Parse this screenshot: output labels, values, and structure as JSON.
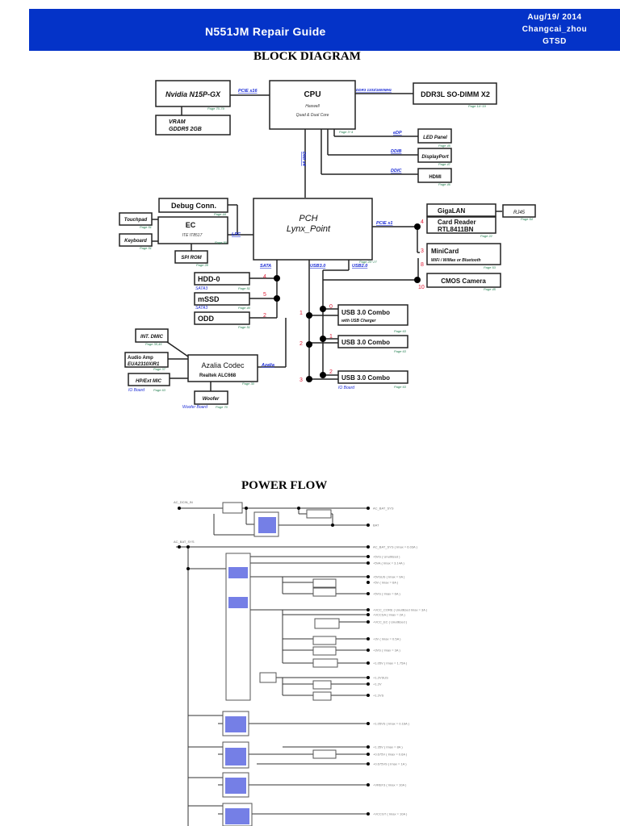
{
  "header": {
    "title": "N551JM Repair Guide",
    "date": "Aug/19/ 2014",
    "author": "Changcai_zhou",
    "dept": "GTSD",
    "color": "#0433c8"
  },
  "block_diagram": {
    "title": "BLOCK DIAGRAM",
    "blocks": {
      "gpu": {
        "label": "Nvidia N15P-GX",
        "page": "Page 70-79"
      },
      "vram": {
        "line1": "VRAM",
        "line2": "GDDR5 2GB"
      },
      "cpu": {
        "label": "CPU",
        "sub1": "Haswell",
        "sub2": "Quad & Dual Core",
        "page": "Page 3~4"
      },
      "dimm": {
        "label": "DDR3L SO-DIMM X2",
        "page": "Page 14~19"
      },
      "led": {
        "label": "LED Panel",
        "page": "Page 45"
      },
      "dp": {
        "label": "DisplayPort",
        "page": "Page 47"
      },
      "hdmi": {
        "label": "HDMI",
        "page": "Page 46"
      },
      "debug": {
        "label": "Debug Conn.",
        "page": "Page 44"
      },
      "touchpad": {
        "label": "Touchpad",
        "page": "Page 51"
      },
      "ec": {
        "label": "EC",
        "sub": "ITE IT8517",
        "page": "Page 50"
      },
      "keyboard": {
        "label": "Keyboard",
        "page": "Page 51"
      },
      "spirom": {
        "label": "SPI ROM",
        "page": "Page 28"
      },
      "pch": {
        "label": "PCH",
        "sub": "Lynx_Point",
        "page": "Page 20~27"
      },
      "gigalan": {
        "label": "GigaLAN"
      },
      "rj45": {
        "label": "RJ45",
        "page": "Page 54"
      },
      "cardreader": {
        "line1": "Card Reader",
        "line2": "RTL8411BN",
        "page": "Page 22"
      },
      "minicard": {
        "label": "MiniCard",
        "sub": "WiFi / WiMax or Bluetooth",
        "page": "Page 53"
      },
      "camera": {
        "label": "CMOS Camera",
        "page": "Page 45"
      },
      "hdd": {
        "label": "HDD-0",
        "tag": "SATA3",
        "page": "Page 51"
      },
      "mssd": {
        "label": "mSSD",
        "tag": "SATA3",
        "page": "Page 40"
      },
      "odd": {
        "label": "ODD",
        "page": "Page 51"
      },
      "usb1": {
        "label": "USB 3.0 Combo",
        "sub": "with USB Charger",
        "page": "Page 63"
      },
      "usb2": {
        "label": "USB 3.0 Combo",
        "page": "Page 63"
      },
      "usb3": {
        "label": "USB 3.0 Combo",
        "tag": "IO Board",
        "page": "Page 63"
      },
      "dmic": {
        "label": "INT. DMIC",
        "page": "Page 35,45"
      },
      "amp": {
        "line1": "Audio Amp",
        "line2": "EUA2310XIR1",
        "page": "Page 37"
      },
      "hpmic": {
        "label": "HP/Ext MIC",
        "tag": "IO Board",
        "page": "Page 63"
      },
      "codec": {
        "label": "Azalia Codec",
        "sub": "Realtek ALC668",
        "page": "Page 30"
      },
      "woofer": {
        "label": "Woofer",
        "tag": "Woofer Board",
        "page": "Page 70"
      }
    },
    "buses": {
      "pcie16": "PCIE x16",
      "ddr3": "DDR3 1333/1600MHz",
      "edp": "eDP",
      "ddib": "DDIB",
      "ddic": "DDIC",
      "dmi": "DMI x4",
      "lpc": "LPC",
      "pcie1": "PCIE x1",
      "sata": "SATA",
      "usb3": "USB3.0",
      "usb2": "USB2.0",
      "azalia": "Azalia"
    },
    "ports": {
      "hdd": "4",
      "mssd": "5",
      "odd": "2",
      "cardreader": "4",
      "minicard": "3",
      "minicard2": "8",
      "camera": "10",
      "usb3_1": "1",
      "usb3_2": "2",
      "usb3_3": "3",
      "usb2_1": "0",
      "usb2_2": "1",
      "usb2_3": "2"
    }
  },
  "power_flow": {
    "title": "POWER FLOW",
    "inputs": {
      "ac": "AC_DCIN_IN",
      "bat": "AC_BAT_SYS"
    },
    "outputs": [
      "AC_BAT_SYS",
      "BAT",
      "AC_BAT_SYS ( Imax = 6.03A )",
      "+5VS ( Unutilized )",
      "+5VA ( Imax = 3.14A )",
      "+5VSUS ( Imax = 9A )",
      "+5V ( Imax = 6A )",
      "+5VS ( Imax = 6A )",
      "+VCC_CORE ( Unutilized Imax = 3A )",
      "+VCCSA ( Imax = 2A )",
      "+VCC_EC ( Unutilized )",
      "+3V ( Imax = 0.5A )",
      "+3VS ( Imax = 3A )",
      "+1.05V ( Imax = 1.75A )",
      "+1.2VSUS",
      "+1.2V",
      "+1.2VS",
      "+1.05VS ( Imax = 0.16A )",
      "+1.35V ( Imax = 8A )",
      "+0.675V ( Imax = 0.6A )",
      "+0.675VS ( Imax = 1A )",
      "+VREF3 ( Imax = 10A )",
      "+VCCGT ( Imax = 10A )"
    ]
  }
}
